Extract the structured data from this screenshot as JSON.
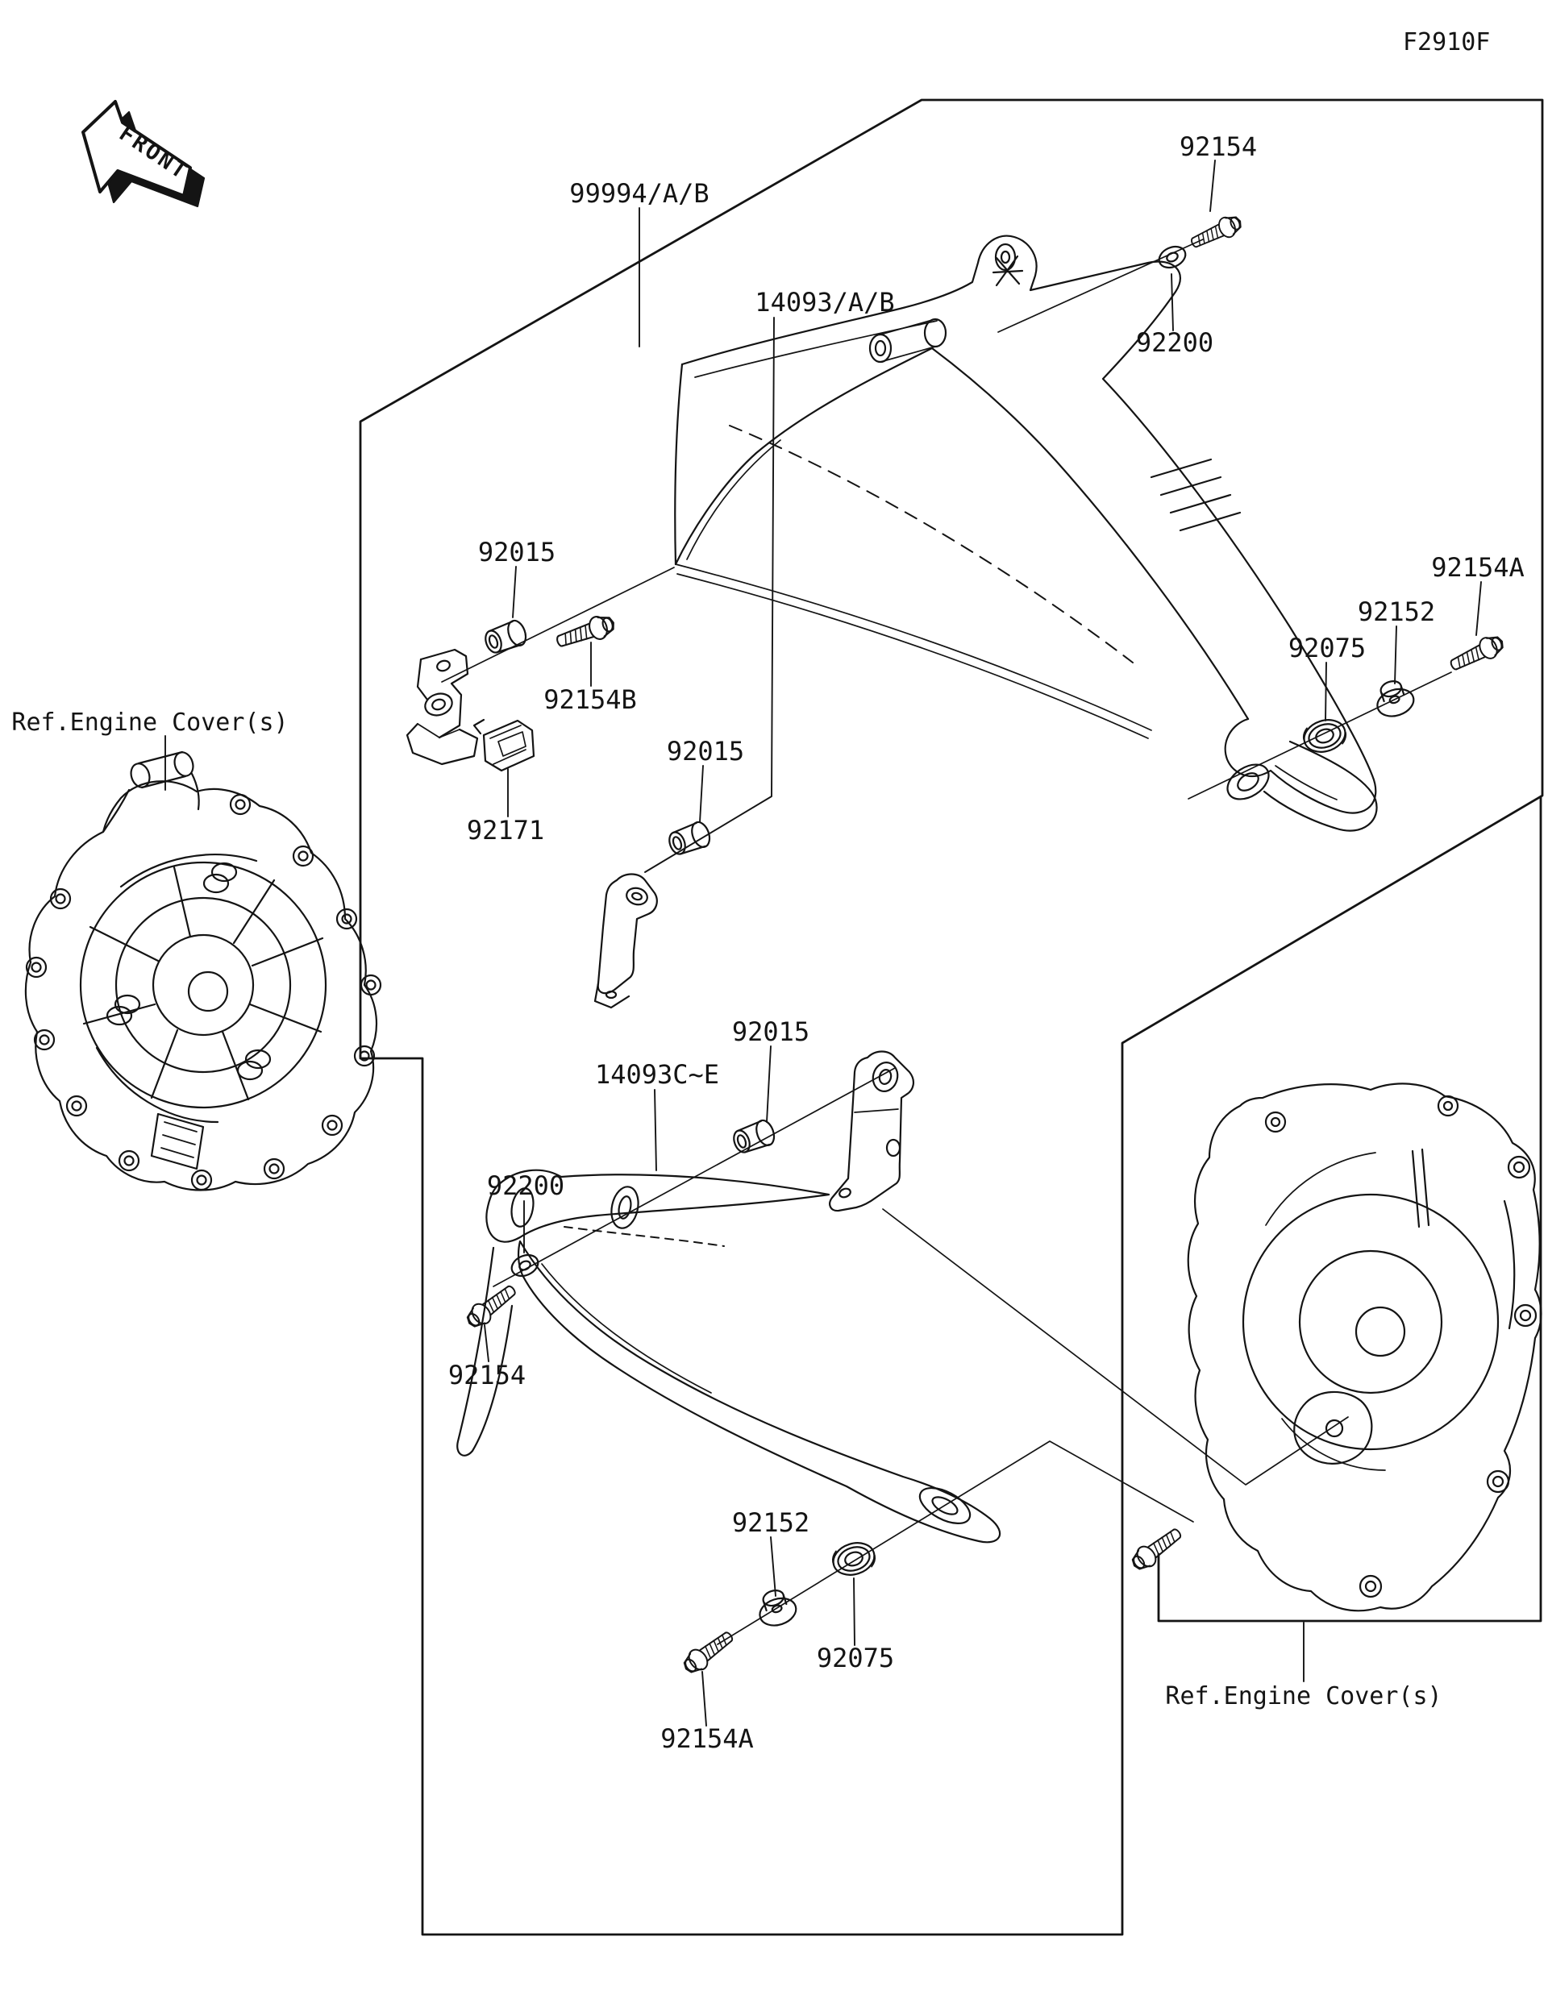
{
  "page": {
    "background": "#ffffff",
    "line_color": "#141414"
  },
  "diagram": {
    "code": "F2910F",
    "front_marker": "FRONT",
    "description": "Accessory meter/engine cover parts diagram with two Ref.Engine Cover(s) views"
  },
  "part_numbers": [
    "99994/A/B",
    "14093/A/B",
    "14093C~E",
    "92015",
    "92075",
    "92152",
    "92154",
    "92154A",
    "92154B",
    "92171",
    "92200"
  ],
  "labels": [
    {
      "text": "99994/A/B"
    },
    {
      "text": "14093/A/B"
    },
    {
      "text": "92154"
    },
    {
      "text": "92200"
    },
    {
      "text": "92015"
    },
    {
      "text": "92154B"
    },
    {
      "text": "92171"
    },
    {
      "text": "92015"
    },
    {
      "text": "92154A"
    },
    {
      "text": "92152"
    },
    {
      "text": "92075"
    },
    {
      "text": "Ref.Engine Cover(s)"
    },
    {
      "text": "14093C~E"
    },
    {
      "text": "92015"
    },
    {
      "text": "92200"
    },
    {
      "text": "92154"
    },
    {
      "text": "92152"
    },
    {
      "text": "92075"
    },
    {
      "text": "92154A"
    },
    {
      "text": "Ref.Engine Cover(s)"
    }
  ]
}
